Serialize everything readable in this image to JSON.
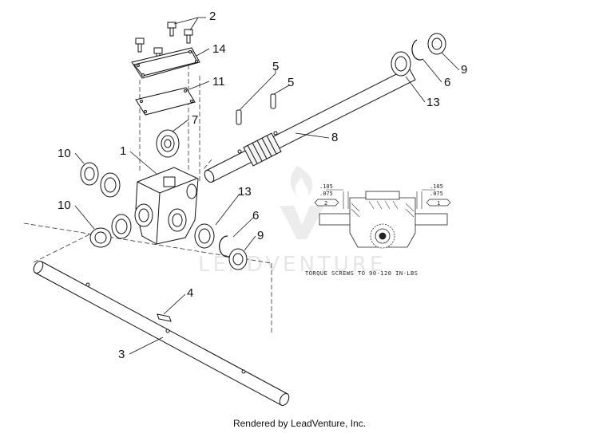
{
  "diagram": {
    "callouts": {
      "c1": "1",
      "c2": "2",
      "c3": "3",
      "c4": "4",
      "c5a": "5",
      "c5b": "5",
      "c6a": "6",
      "c6b": "6",
      "c7": "7",
      "c8": "8",
      "c9a": "9",
      "c9b": "9",
      "c10a": "10",
      "c10b": "10",
      "c11": "11",
      "c13a": "13",
      "c13b": "13",
      "c14": "14"
    },
    "detail": {
      "left_dim_top": ".105",
      "left_dim_bottom": ".075",
      "right_dim_top": ".105",
      "right_dim_bottom": ".075",
      "left_tag": "2",
      "right_tag": "1",
      "note": "TORQUE SCREWS TO 90-120 IN-LBS"
    },
    "watermark": "LEADVENTURE"
  },
  "footer": "Rendered by LeadVenture, Inc."
}
